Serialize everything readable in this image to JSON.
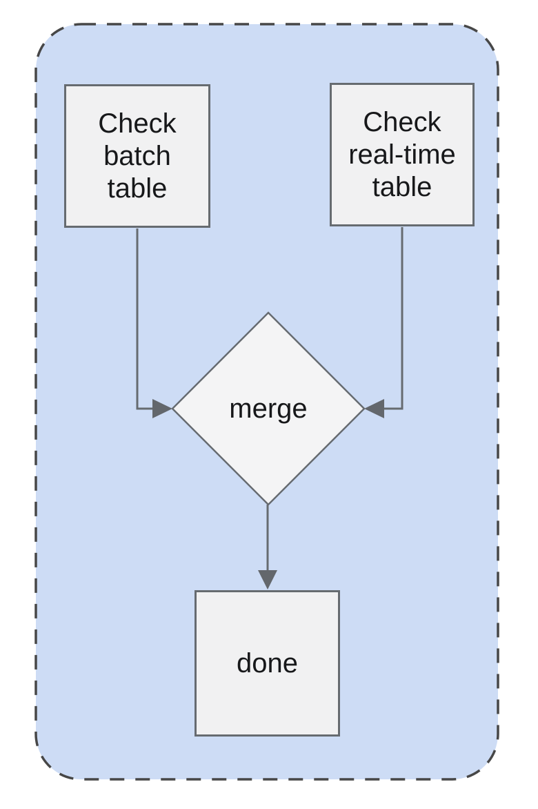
{
  "diagram": {
    "title": "",
    "nodes": [
      {
        "id": "check-batch",
        "shape": "rectangle",
        "label": "Check\nbatch\ntable"
      },
      {
        "id": "check-realtime",
        "shape": "rectangle",
        "label": "Check\nreal-time\ntable"
      },
      {
        "id": "merge",
        "shape": "diamond",
        "label": "merge"
      },
      {
        "id": "done",
        "shape": "rectangle",
        "label": "done"
      }
    ],
    "edges": [
      {
        "from": "check-batch",
        "to": "merge",
        "arrow": "into-left-vertex"
      },
      {
        "from": "check-realtime",
        "to": "merge",
        "arrow": "into-right-vertex"
      },
      {
        "from": "merge",
        "to": "done",
        "arrow": "into-top-edge"
      }
    ],
    "container": {
      "style": "rounded-dashed",
      "fill": "#cddcf5",
      "border_color": "#474747"
    },
    "colors": {
      "page_background": "#ffffff",
      "node_fill": "#f1f1f2",
      "node_border": "#666b70",
      "connector": "#666b70",
      "arrowhead": "#63676c",
      "text": "#17181a"
    }
  }
}
